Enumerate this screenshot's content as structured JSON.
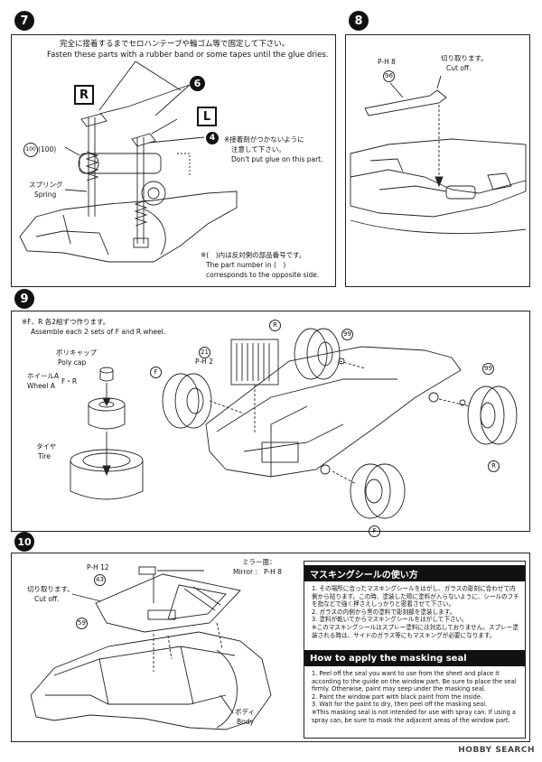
{
  "step7": {
    "number": "7",
    "note_jp": "完全に接着するまでセロハンテープや輪ゴム等で固定して下さい。",
    "note_en": "Fasten these parts with a rubber band or some tapes until the glue dries.",
    "badge_r": "R",
    "badge_l": "L",
    "part_6": "6",
    "part_4": "4",
    "part_100": "100",
    "part_100_paren": "(100)",
    "spring_jp": "スプリング",
    "spring_en": "Spring",
    "glue_jp1": "※接着剤がつかないように",
    "glue_jp2": "注意して下さい。",
    "glue_en": "Don't put glue on this part.",
    "opp_jp": "※(　)内は反対側の部品番号です。",
    "opp_en1": "The part number in (　)",
    "opp_en2": "corresponds to the opposite side."
  },
  "step8": {
    "number": "8",
    "cut_jp": "切り取ります。",
    "cut_en": "Cut off.",
    "runner": "P-H 8",
    "part_96": "96"
  },
  "step9": {
    "number": "9",
    "note_jp": "※F、R 各2組ずつ作ります。",
    "note_en": "Assemble each 2 sets of F and R wheel.",
    "polycap_jp": "ポリキャップ",
    "polycap_en": "Poly cap",
    "wheel_jp": "ホイールA",
    "wheel_en": "Wheel A",
    "wheel_fr": "F・R",
    "tire_jp": "タイヤ",
    "tire_en": "Tire",
    "part_21": "21",
    "runner": "P-H 2",
    "part_99a": "99",
    "part_99b": "99",
    "label_R": "R",
    "label_F": "F"
  },
  "step10": {
    "number": "10",
    "runner_12": "P-H 12",
    "part_43": "43",
    "cut_jp": "切り取ります。",
    "cut_en": "Cut off.",
    "part_59": "59",
    "mirror_jp": "ミラー面：",
    "mirror_en": "Mirror :",
    "mirror_runner": "P-H 8",
    "body_jp": "ボディ",
    "body_en": "Body"
  },
  "masking": {
    "head_jp": "マスキングシールの使い方",
    "jp1": "1. その場所に合ったマスキングシールをはがし、ガラスの彫刻に合わせて内側から貼ります。この時、塗装した際に塗料が入らないように、シールのフチを指などで強く押さえしっかりと密着させて下さい。",
    "jp2": "2. ガラスの内側から黒の塗料で彫刻部を塗装します。",
    "jp3": "3. 塗料が乾いてからマスキングシールをはがして下さい。",
    "jp4": "※このマスキングシールはスプレー塗料には対応しておりません。スプレー塗装される時は、サイドのガラス等にもマスキングが必要になります。",
    "head_en": "How to apply the masking seal",
    "en1": "1. Peel off the seal you want to use from the sheet and place it according to the guide on the window part. Be sure to place the seal firmly. Otherwise, paint may seep under the masking seal.",
    "en2": "2. Paint the window part with black paint from the inside.",
    "en3": "3. Wait for the paint to dry, then peel off the masking seal.",
    "en4": "※This masking seal is not intended for use with spray can. If using a spray can, be sure to mask the adjacent areas of the window part."
  },
  "watermark": "HOBBY SEARCH"
}
